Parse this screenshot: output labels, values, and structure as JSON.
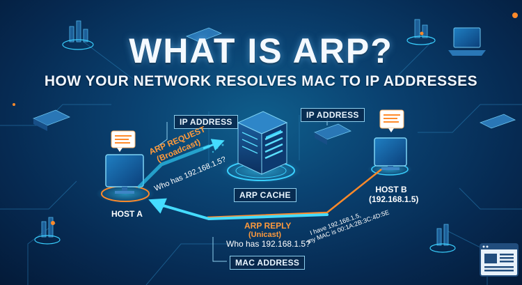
{
  "title": "WHAT IS ARP?",
  "subtitle": "HOW YOUR NETWORK RESOLVES MAC TO IP ADDRESSES",
  "labels": {
    "ip_left": "IP ADDRESS",
    "ip_right": "IP ADDRESS",
    "mac": "MAC ADDRESS",
    "cache": "ARP CACHE"
  },
  "hosts": {
    "a": "HOST A",
    "b_name": "HOST B",
    "b_ip": "(192.168.1.5)"
  },
  "request": {
    "title": "ARP REQUEST",
    "kind": "(Broadcast)",
    "question": "Who has 192.168.1.5?"
  },
  "reply": {
    "title": "ARP REPLY",
    "kind": "(Unicast)",
    "question": "Who has 192.168.1.5?",
    "line1": "I have 192.168.1.5,",
    "line2": "my MAC is 00:1A:2B:3C:4D:5E"
  },
  "colors": {
    "accent_cyan": "#34d4ff",
    "accent_orange": "#ff8a2a",
    "bg_dark": "#062a4e"
  }
}
